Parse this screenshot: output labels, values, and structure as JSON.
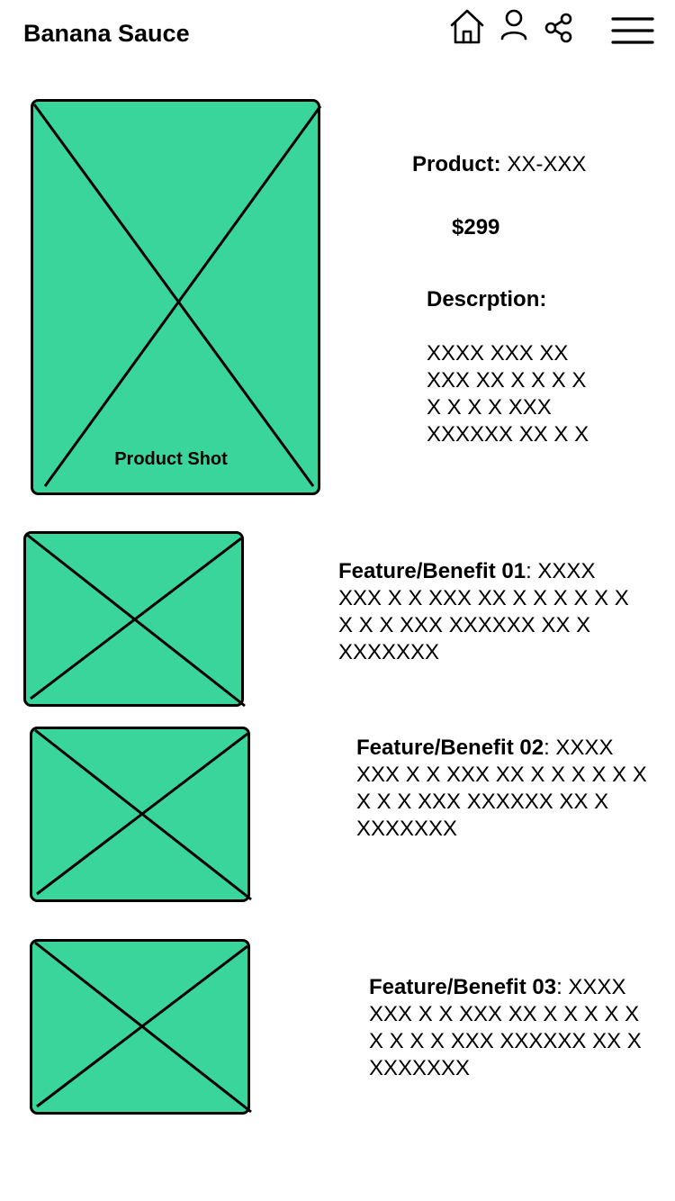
{
  "header": {
    "brand": "Banana Sauce",
    "icons": [
      "home-icon",
      "user-icon",
      "share-icon",
      "menu-icon"
    ]
  },
  "product": {
    "image_caption": "Product Shot",
    "label": "Product:",
    "code": "XX-XXX",
    "price": "$299",
    "description_label": "Descrption:",
    "description_lines": [
      "XXXX XXX XX",
      "XXX XX X X X X",
      "X X X X XXX",
      "XXXXXX XX X X"
    ]
  },
  "features": [
    {
      "label": "Feature/Benefit 01",
      "text": ": XXXX XXX X X XXX XX X X X X X X X X X XXX XXXXXX XX X XXXXXXX"
    },
    {
      "label": "Feature/Benefit 02",
      "text": ": XXXX XXX X X XXX XX X X X X X X X X X XXX XXXXXX XX X XXXXXXX"
    },
    {
      "label": "Feature/Benefit 03",
      "text": ": XXXX XXX X X XXX XX X X X X X X X X X XXX XXXXXX XX X XXXXXXX"
    }
  ],
  "colors": {
    "placeholder_fill": "#3AD59B",
    "stroke": "#000000",
    "background": "#FFFFFF"
  }
}
